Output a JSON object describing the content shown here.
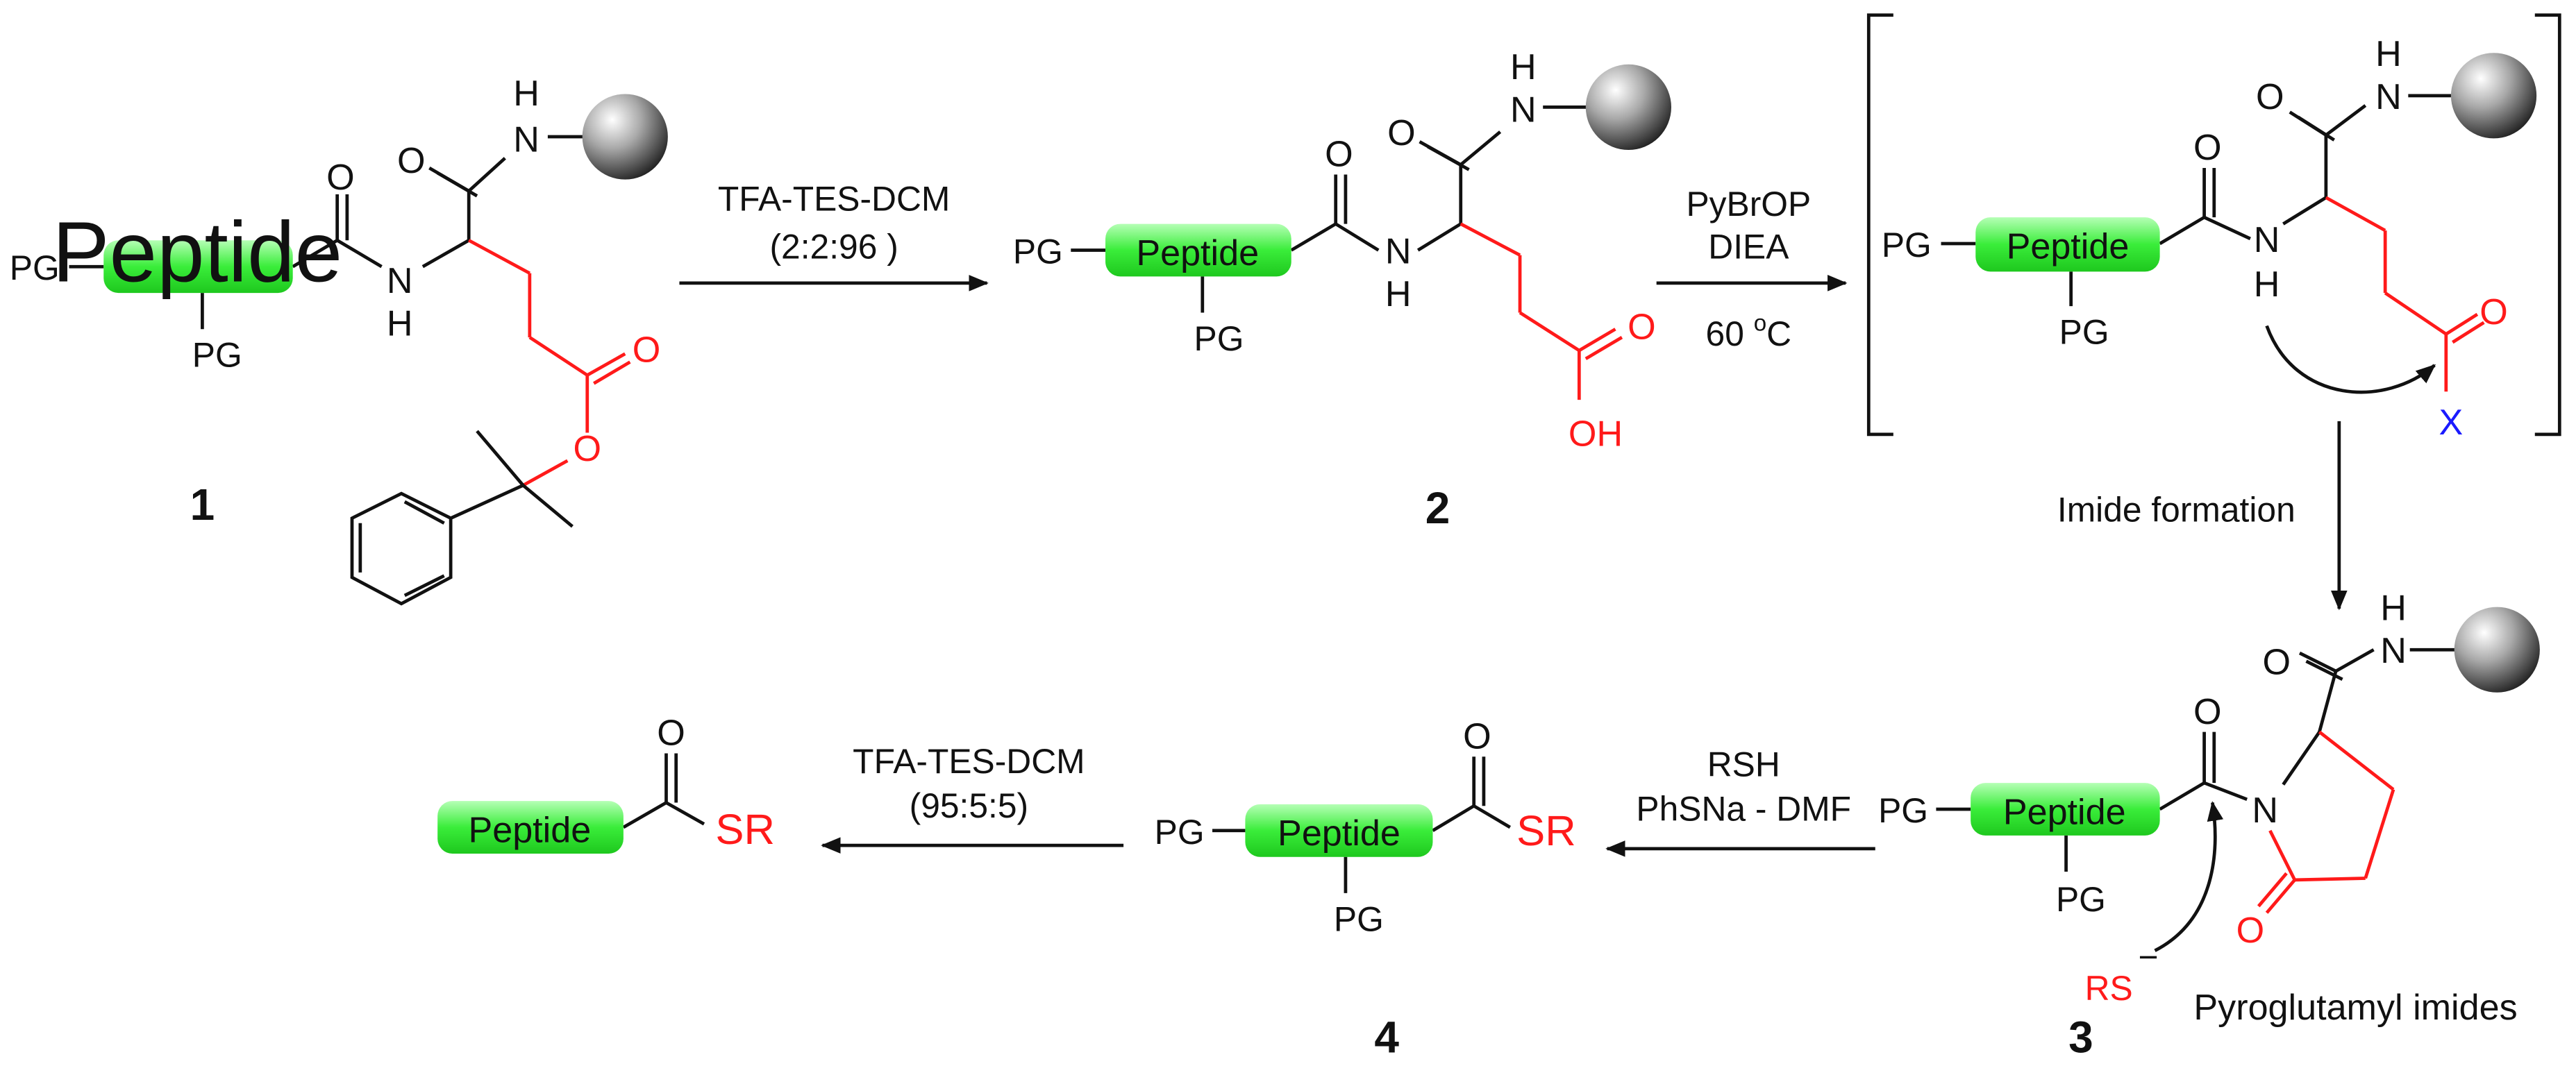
{
  "colors": {
    "bond": "#111111",
    "highlight": "#ff1a1a",
    "leaving_group": "#1a1aff",
    "peptide_pill": "#33ee33",
    "arrow": "#111111",
    "bead": "#7a7a7a"
  },
  "labels": {
    "peptide": "Peptide",
    "pg": "PG",
    "oxygen": "O",
    "nitrogen": "N",
    "hydrogen": "H",
    "oh": "OH",
    "x_group": "X",
    "sr": "SR",
    "rs": "RS",
    "charge": "−"
  },
  "compounds": {
    "c1": "1",
    "c2": "2",
    "c3": "3",
    "c4": "4",
    "c3_caption": "Pyroglutamyl imides"
  },
  "reactions": {
    "step1": {
      "line1": "TFA-TES-DCM",
      "line2": "(2:2:96 )"
    },
    "step2": {
      "line1": "PyBrOP",
      "line2": "DIEA",
      "line3": "60 ",
      "line3_sup": "o",
      "line3_end": "C"
    },
    "step3": {
      "line1": "Imide formation"
    },
    "step4": {
      "line1": "RSH",
      "line2": "PhSNa - DMF"
    },
    "step5": {
      "line1": "TFA-TES-DCM",
      "line2": "(95:5:5)"
    }
  }
}
